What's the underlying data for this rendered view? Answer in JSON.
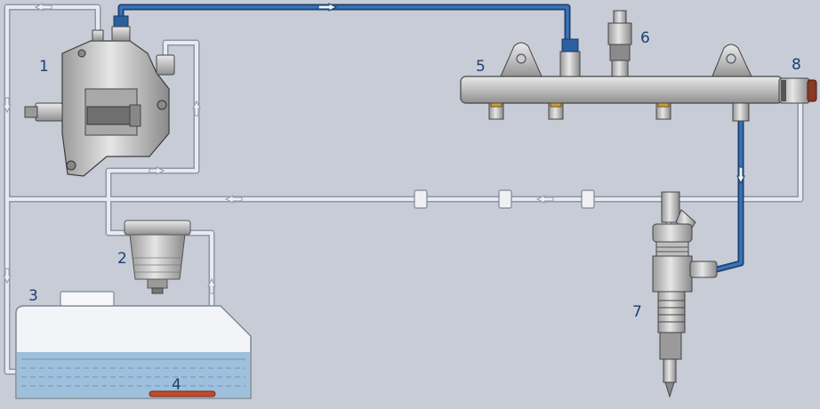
{
  "labels": {
    "l1": "1",
    "l2": "2",
    "l3": "3",
    "l4": "4",
    "l5": "5",
    "l6": "6",
    "l7": "7",
    "l8": "8"
  },
  "colors": {
    "background": "#c7ccd6",
    "return_line": "#e6ebf2",
    "return_line_outline": "#8e98a6",
    "high_pressure_line": "#2c5f9e",
    "fuel": "#9fc0dc",
    "tank": "#f2f4f7",
    "metal": "#c9c9c9",
    "label": "#1d3f74"
  }
}
